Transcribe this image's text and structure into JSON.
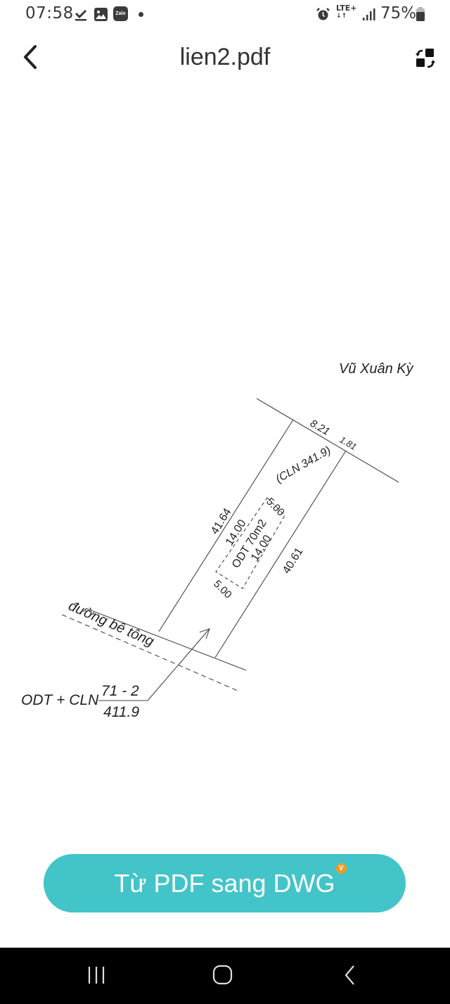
{
  "status_bar": {
    "time": "07:58",
    "left_icons": [
      "download-done-icon",
      "gallery-icon",
      "zalo-icon",
      "dot-icon"
    ],
    "zalo_label": "Zalo",
    "network": "LTE+",
    "battery": "75%",
    "right_icons": [
      "alarm-icon",
      "lte-icon",
      "signal-icon",
      "battery-icon"
    ]
  },
  "app_bar": {
    "title": "lien2.pdf",
    "back_icon": "chevron-left-icon",
    "action_icon": "convert-swap-icon"
  },
  "drawing": {
    "neighbor_label": "Vũ Xuân Kỳ",
    "top_edge_length": "8.21",
    "top_edge_segment": "1.81",
    "parcel_label": "(CLN 341.9)",
    "left_edge_length": "41.64",
    "right_edge_length": "40.61",
    "odt_area_label": "ODT 70m2",
    "odt_width_top": "5.00",
    "odt_width_bottom": "5.00",
    "odt_length_left": "14.00",
    "odt_length_right": "14.00",
    "road_label": "đường bê tông",
    "land_use_label": "ODT + CLN",
    "parcel_number": "71 - 2",
    "parcel_area": "411.9"
  },
  "cta": {
    "label": "Từ PDF sang DWG",
    "badge": "V",
    "color": "#42c4c9",
    "badge_color": "#f39a1e"
  },
  "nav_bar": {
    "buttons": [
      "recent-apps",
      "home",
      "back"
    ]
  }
}
